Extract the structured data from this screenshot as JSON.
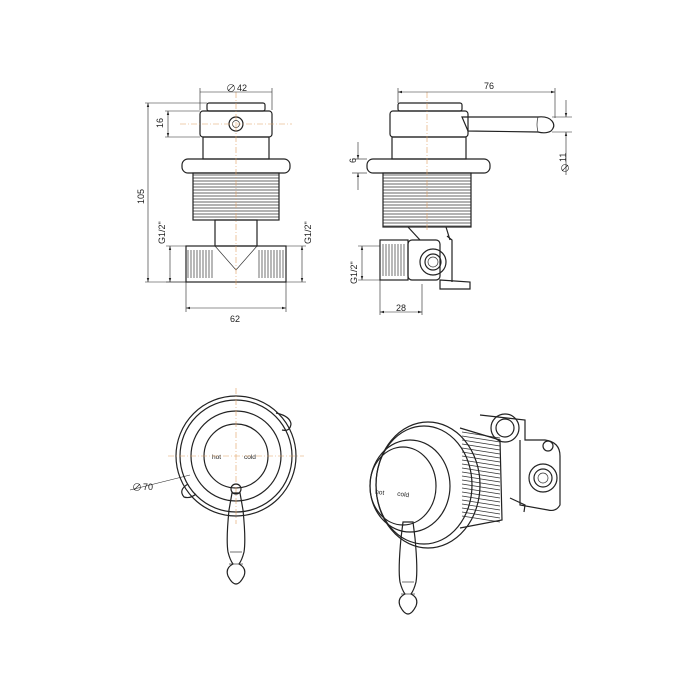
{
  "dimensions": {
    "top_diameter": "42",
    "lever_length": "76",
    "cap_height": "16",
    "flange_thickness": "6",
    "lever_diameter": "11",
    "total_height": "105",
    "thread_left_front": "G1/2\"",
    "thread_right_front": "G1/2\"",
    "thread_side": "G1/2\"",
    "body_width": "62",
    "body_depth": "28",
    "plate_diameter": "70"
  },
  "labels": {
    "front_hot": "hot",
    "front_cold": "cold",
    "iso_hot": "hot",
    "iso_cold": "cold"
  },
  "colors": {
    "line": "#222222",
    "centerline": "#e0a060"
  }
}
